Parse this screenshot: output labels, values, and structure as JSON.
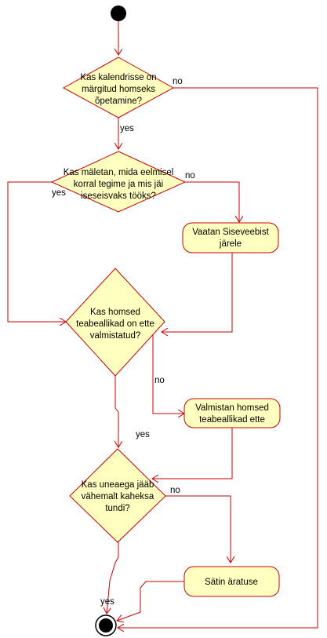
{
  "colors": {
    "stroke": "#cc0000",
    "fill": "#ffffc0",
    "node": "#000000"
  },
  "decisions": [
    {
      "lines": [
        "Kas kalendrisse on",
        "märgitud homseks",
        "õpetamine?"
      ]
    },
    {
      "lines": [
        "Kas mäletan, mida eelmisel",
        "korral tegime ja mis jäi",
        "iseseisvaks tööks?"
      ]
    },
    {
      "lines": [
        "Kas homsed",
        "teabeallikad on ette",
        "valmistatud?"
      ]
    },
    {
      "lines": [
        "Kas uneaega jääb",
        "vähemalt kaheksa",
        "tundi?"
      ]
    }
  ],
  "actions": [
    {
      "lines": [
        "Vaatan Siseveebist",
        "järele"
      ]
    },
    {
      "lines": [
        "Valmistan homsed",
        "teabeallikad ette"
      ]
    },
    {
      "lines": [
        "Sätin äratuse"
      ]
    }
  ],
  "labels": {
    "d1_no": "no",
    "d1_yes": "yes",
    "d2_no": "no",
    "d2_yes": "yes",
    "d3_no": "no",
    "d3_yes": "yes",
    "d4_no": "no",
    "d4_yes": "yes"
  }
}
